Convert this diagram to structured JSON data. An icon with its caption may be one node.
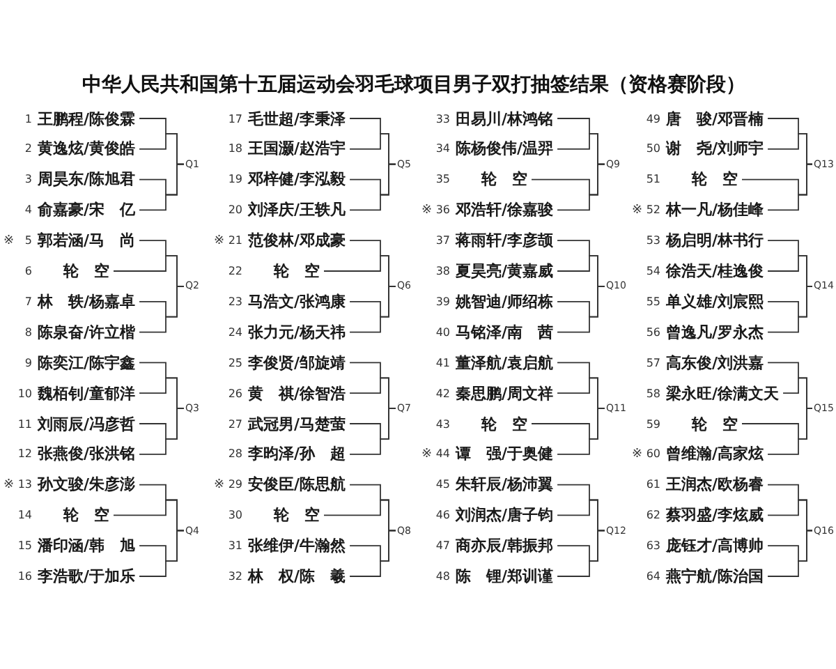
{
  "diagram": {
    "title": "中华人民共和国第十五届运动会羽毛球项目男子双打抽签结果（资格赛阶段）",
    "nodes": [
      {
        "text": [
          "1",
          "王鹏程/陈俊霖"
        ]
      },
      {
        "text": [
          "2",
          "黄逸炫/黄俊皓"
        ]
      },
      {
        "text": [
          "3",
          "周昊东/陈旭君"
        ]
      },
      {
        "text": [
          "4",
          "俞嘉豪/宋　亿"
        ]
      },
      {
        "text": [
          "5",
          "郭若涵/马　尚"
        ],
        "beside": [
          "※"
        ]
      },
      {
        "text": [
          "6",
          "轮　空"
        ]
      },
      {
        "text": [
          "7",
          "林　轶/杨嘉卓"
        ]
      },
      {
        "text": [
          "8",
          "陈泉奋/许立楷"
        ]
      },
      {
        "text": [
          "9",
          "陈奕江/陈宇鑫"
        ]
      },
      {
        "text": [
          "10",
          "魏栢钊/童郁洋"
        ]
      },
      {
        "text": [
          "11",
          "刘雨辰/冯彦哲"
        ]
      },
      {
        "text": [
          "12",
          "张燕俊/张洪铭"
        ]
      },
      {
        "text": [
          "13",
          "孙文骏/朱彦澎"
        ],
        "beside": [
          "※"
        ]
      },
      {
        "text": [
          "14",
          "轮　空"
        ]
      },
      {
        "text": [
          "15",
          "潘印涵/韩　旭"
        ]
      },
      {
        "text": [
          "16",
          "李浩歌/于加乐"
        ]
      },
      {
        "text": [
          "17",
          "毛世超/李秉泽"
        ]
      },
      {
        "text": [
          "18",
          "王国灏/赵浩宇"
        ]
      },
      {
        "text": [
          "19",
          "邓梓健/李泓毅"
        ]
      },
      {
        "text": [
          "20",
          "刘泽庆/王轶凡"
        ]
      },
      {
        "text": [
          "21",
          "范俊林/邓成豪"
        ],
        "beside": [
          "※"
        ]
      },
      {
        "text": [
          "22",
          "轮　空"
        ]
      },
      {
        "text": [
          "23",
          "马浩文/张鸿康"
        ]
      },
      {
        "text": [
          "24",
          "张力元/杨天祎"
        ]
      },
      {
        "text": [
          "25",
          "李俊贤/邹旋靖"
        ]
      },
      {
        "text": [
          "26",
          "黄　祺/徐智浩"
        ]
      },
      {
        "text": [
          "27",
          "武冠男/马楚萤"
        ]
      },
      {
        "text": [
          "28",
          "李昀泽/孙　超"
        ]
      },
      {
        "text": [
          "29",
          "安俊臣/陈思航"
        ],
        "beside": [
          "※"
        ]
      },
      {
        "text": [
          "30",
          "轮　空"
        ]
      },
      {
        "text": [
          "31",
          "张维伊/牛瀚然"
        ]
      },
      {
        "text": [
          "32",
          "林　权/陈　羲"
        ]
      },
      {
        "text": [
          "33",
          "田易川/林鸿铭"
        ]
      },
      {
        "text": [
          "34",
          "陈杨俊伟/温羿"
        ]
      },
      {
        "text": [
          "35",
          "轮　空"
        ]
      },
      {
        "text": [
          "36",
          "邓浩轩/徐嘉骏"
        ],
        "beside": [
          "※"
        ]
      },
      {
        "text": [
          "37",
          "蒋雨轩/李彦颉"
        ]
      },
      {
        "text": [
          "38",
          "夏昊亮/黄嘉威"
        ]
      },
      {
        "text": [
          "39",
          "姚智迪/师绍栋"
        ]
      },
      {
        "text": [
          "40",
          "马铭泽/南　茜"
        ]
      },
      {
        "text": [
          "41",
          "董泽航/袁启航"
        ]
      },
      {
        "text": [
          "42",
          "秦思鹏/周文祥"
        ]
      },
      {
        "text": [
          "43",
          "轮　空"
        ]
      },
      {
        "text": [
          "44",
          "谭　强/于奥健"
        ],
        "beside": [
          "※"
        ]
      },
      {
        "text": [
          "45",
          "朱轩辰/杨沛翼"
        ]
      },
      {
        "text": [
          "46",
          "刘润杰/唐子钧"
        ]
      },
      {
        "text": [
          "47",
          "商亦辰/韩振邦"
        ]
      },
      {
        "text": [
          "48",
          "陈　锂/郑训谨"
        ]
      },
      {
        "text": [
          "49",
          "唐　骏/邓晋楠"
        ]
      },
      {
        "text": [
          "50",
          "谢　尧/刘师宇"
        ]
      },
      {
        "text": [
          "51",
          "轮　空"
        ]
      },
      {
        "text": [
          "52",
          "林一凡/杨佳峰"
        ],
        "beside": [
          "※"
        ]
      },
      {
        "text": [
          "53",
          "杨启明/林书行"
        ]
      },
      {
        "text": [
          "54",
          "徐浩天/桂逸俊"
        ]
      },
      {
        "text": [
          "55",
          "单义雄/刘宸熙"
        ]
      },
      {
        "text": [
          "56",
          "曾逸凡/罗永杰"
        ]
      },
      {
        "text": [
          "57",
          "高东俊/刘洪嘉"
        ]
      },
      {
        "text": [
          "58",
          "梁永旺/徐满文天"
        ]
      },
      {
        "text": [
          "59",
          "轮　空"
        ]
      },
      {
        "text": [
          "60",
          "曾维瀚/高家炫"
        ],
        "beside": [
          "※"
        ]
      },
      {
        "text": [
          "61",
          "王润杰/欧杨睿"
        ]
      },
      {
        "text": [
          "62",
          "蔡羽盛/李炫威"
        ]
      },
      {
        "text": [
          "63",
          "庞钰才/高博帅"
        ]
      },
      {
        "text": [
          "64",
          "燕宁航/陈治国"
        ]
      },
      {
        "text": [
          "Q1"
        ]
      },
      {
        "text": [
          "Q2"
        ]
      },
      {
        "text": [
          "Q3"
        ]
      },
      {
        "text": [
          "Q4"
        ]
      },
      {
        "text": [
          "Q5"
        ]
      },
      {
        "text": [
          "Q6"
        ]
      },
      {
        "text": [
          "Q7"
        ]
      },
      {
        "text": [
          "Q8"
        ]
      },
      {
        "text": [
          "Q9"
        ]
      },
      {
        "text": [
          "Q10"
        ]
      },
      {
        "text": [
          "Q11"
        ]
      },
      {
        "text": [
          "Q12"
        ]
      },
      {
        "text": [
          "Q13"
        ]
      },
      {
        "text": [
          "Q14"
        ]
      },
      {
        "text": [
          "Q15"
        ]
      },
      {
        "text": [
          "Q16"
        ]
      }
    ],
    "edges": [
      {
        "from": 0,
        "to": 64,
        "arrow": "none"
      },
      {
        "from": 1,
        "to": 64,
        "arrow": "none"
      },
      {
        "from": 2,
        "to": 64,
        "arrow": "none"
      },
      {
        "from": 3,
        "to": 64,
        "arrow": "none"
      },
      {
        "from": 4,
        "to": 65,
        "arrow": "none"
      },
      {
        "from": 5,
        "to": 65,
        "arrow": "none"
      },
      {
        "from": 6,
        "to": 65,
        "arrow": "none"
      },
      {
        "from": 7,
        "to": 65,
        "arrow": "none"
      },
      {
        "from": 8,
        "to": 66,
        "arrow": "none"
      },
      {
        "from": 9,
        "to": 66,
        "arrow": "none"
      },
      {
        "from": 10,
        "to": 66,
        "arrow": "none"
      },
      {
        "from": 11,
        "to": 66,
        "arrow": "none"
      },
      {
        "from": 12,
        "to": 67,
        "arrow": "none"
      },
      {
        "from": 13,
        "to": 67,
        "arrow": "none"
      },
      {
        "from": 14,
        "to": 67,
        "arrow": "none"
      },
      {
        "from": 15,
        "to": 67,
        "arrow": "none"
      },
      {
        "from": 16,
        "to": 68,
        "arrow": "none"
      },
      {
        "from": 17,
        "to": 68,
        "arrow": "none"
      },
      {
        "from": 18,
        "to": 68,
        "arrow": "none"
      },
      {
        "from": 19,
        "to": 68,
        "arrow": "none"
      },
      {
        "from": 20,
        "to": 69,
        "arrow": "none"
      },
      {
        "from": 21,
        "to": 69,
        "arrow": "none"
      },
      {
        "from": 22,
        "to": 69,
        "arrow": "none"
      },
      {
        "from": 23,
        "to": 69,
        "arrow": "none"
      },
      {
        "from": 24,
        "to": 70,
        "arrow": "none"
      },
      {
        "from": 25,
        "to": 70,
        "arrow": "none"
      },
      {
        "from": 26,
        "to": 70,
        "arrow": "none"
      },
      {
        "from": 27,
        "to": 70,
        "arrow": "none"
      },
      {
        "from": 28,
        "to": 71,
        "arrow": "none"
      },
      {
        "from": 29,
        "to": 71,
        "arrow": "none"
      },
      {
        "from": 30,
        "to": 71,
        "arrow": "none"
      },
      {
        "from": 31,
        "to": 71,
        "arrow": "none"
      },
      {
        "from": 32,
        "to": 72,
        "arrow": "none"
      },
      {
        "from": 33,
        "to": 72,
        "arrow": "none"
      },
      {
        "from": 34,
        "to": 72,
        "arrow": "none"
      },
      {
        "from": 35,
        "to": 72,
        "arrow": "none"
      },
      {
        "from": 36,
        "to": 73,
        "arrow": "none"
      },
      {
        "from": 37,
        "to": 73,
        "arrow": "none"
      },
      {
        "from": 38,
        "to": 73,
        "arrow": "none"
      },
      {
        "from": 39,
        "to": 73,
        "arrow": "none"
      },
      {
        "from": 40,
        "to": 74,
        "arrow": "none"
      },
      {
        "from": 41,
        "to": 74,
        "arrow": "none"
      },
      {
        "from": 42,
        "to": 74,
        "arrow": "none"
      },
      {
        "from": 43,
        "to": 74,
        "arrow": "none"
      },
      {
        "from": 44,
        "to": 75,
        "arrow": "none"
      },
      {
        "from": 45,
        "to": 75,
        "arrow": "none"
      },
      {
        "from": 46,
        "to": 75,
        "arrow": "none"
      },
      {
        "from": 47,
        "to": 75,
        "arrow": "none"
      },
      {
        "from": 48,
        "to": 76,
        "arrow": "none"
      },
      {
        "from": 49,
        "to": 76,
        "arrow": "none"
      },
      {
        "from": 50,
        "to": 76,
        "arrow": "none"
      },
      {
        "from": 51,
        "to": 76,
        "arrow": "none"
      },
      {
        "from": 52,
        "to": 77,
        "arrow": "none"
      },
      {
        "from": 53,
        "to": 77,
        "arrow": "none"
      },
      {
        "from": 54,
        "to": 77,
        "arrow": "none"
      },
      {
        "from": 55,
        "to": 77,
        "arrow": "none"
      },
      {
        "from": 56,
        "to": 78,
        "arrow": "none"
      },
      {
        "from": 57,
        "to": 78,
        "arrow": "none"
      },
      {
        "from": 58,
        "to": 78,
        "arrow": "none"
      },
      {
        "from": 59,
        "to": 78,
        "arrow": "none"
      },
      {
        "from": 60,
        "to": 79,
        "arrow": "none"
      },
      {
        "from": 61,
        "to": 79,
        "arrow": "none"
      },
      {
        "from": 62,
        "to": 79,
        "arrow": "none"
      },
      {
        "from": 63,
        "to": 79,
        "arrow": "none"
      }
    ]
  }
}
